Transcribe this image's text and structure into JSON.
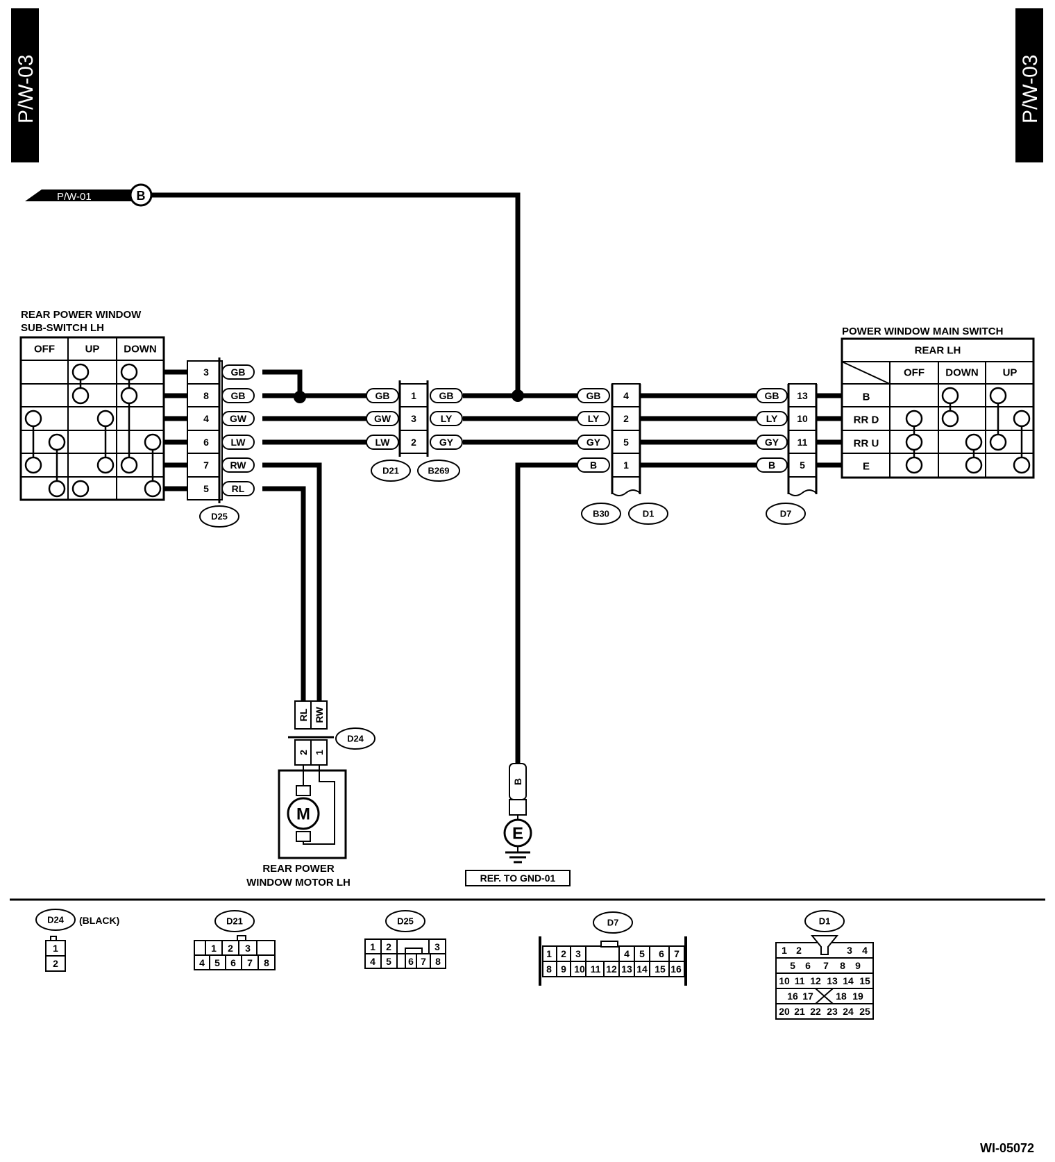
{
  "page_tabs": {
    "left": "P/W-03",
    "right": "P/W-03"
  },
  "ref_arrow": {
    "label": "P/W-01",
    "marker": "B"
  },
  "sub_switch": {
    "title_line1": "REAR POWER WINDOW",
    "title_line2": "SUB-SWITCH LH",
    "headers": [
      "OFF",
      "UP",
      "DOWN"
    ]
  },
  "main_switch": {
    "title": "POWER WINDOW MAIN SWITCH",
    "group": "REAR LH",
    "headers": [
      "OFF",
      "DOWN",
      "UP"
    ],
    "rows": [
      "B",
      "RR D",
      "RR U",
      "E"
    ]
  },
  "connectors": {
    "d25": {
      "id": "D25",
      "pins": [
        "3",
        "8",
        "4",
        "6",
        "7",
        "5"
      ],
      "wires": [
        "GB",
        "GB",
        "GW",
        "LW",
        "RW",
        "RL"
      ]
    },
    "d21_b269": {
      "id_left": "D21",
      "id_right": "B269",
      "pins": [
        "1",
        "3",
        "2"
      ],
      "wires_left": [
        "GB",
        "GW",
        "LW"
      ],
      "wires_right": [
        "GB",
        "LY",
        "GY"
      ]
    },
    "b30_d1": {
      "id_left": "B30",
      "id_right": "D1",
      "pins": [
        "4",
        "2",
        "5",
        "1"
      ],
      "wires": [
        "GB",
        "LY",
        "GY",
        "B"
      ]
    },
    "d7": {
      "id": "D7",
      "pins": [
        "13",
        "10",
        "11",
        "5"
      ],
      "wires": [
        "GB",
        "LY",
        "GY",
        "B"
      ]
    },
    "d24": {
      "id": "D24",
      "pins": [
        "2",
        "1"
      ],
      "wires": [
        "RL",
        "RW"
      ]
    }
  },
  "motor": {
    "symbol": "M",
    "label_line1": "REAR POWER",
    "label_line2": "WINDOW MOTOR LH"
  },
  "ground": {
    "wire": "B",
    "symbol": "E",
    "ref": "REF. TO GND-01"
  },
  "connector_views": {
    "d24": {
      "id": "D24",
      "note": "(BLACK)",
      "rows": [
        [
          "1"
        ],
        [
          "2"
        ]
      ]
    },
    "d21": {
      "id": "D21",
      "rows": [
        [
          "1",
          "2",
          "3"
        ],
        [
          "4",
          "5",
          "6",
          "7",
          "8"
        ]
      ]
    },
    "d25": {
      "id": "D25",
      "rows": [
        [
          "1",
          "2",
          "3"
        ],
        [
          "4",
          "5",
          "6",
          "7",
          "8"
        ]
      ]
    },
    "d7": {
      "id": "D7",
      "rows": [
        [
          "1",
          "2",
          "3",
          "4",
          "5",
          "6",
          "7"
        ],
        [
          "8",
          "9",
          "10",
          "11",
          "12",
          "13",
          "14",
          "15",
          "16"
        ]
      ]
    },
    "d1": {
      "id": "D1",
      "rows": [
        [
          "1",
          "2",
          "3",
          "4"
        ],
        [
          "5",
          "6",
          "7",
          "8",
          "9"
        ],
        [
          "10",
          "11",
          "12",
          "13",
          "14",
          "15"
        ],
        [
          "16",
          "17",
          "18",
          "19"
        ],
        [
          "20",
          "21",
          "22",
          "23",
          "24",
          "25"
        ]
      ]
    }
  },
  "figure_code": "WI-05072"
}
